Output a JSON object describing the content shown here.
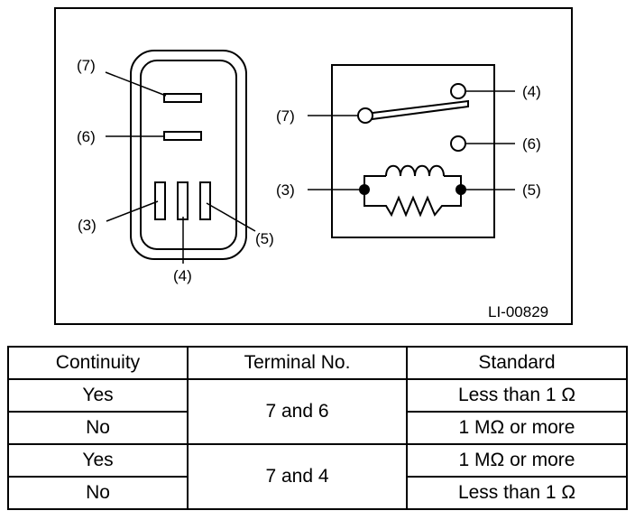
{
  "diagram": {
    "connector_labels": {
      "t7": "(7)",
      "t6": "(6)",
      "t3": "(3)",
      "t4": "(4)",
      "t5": "(5)"
    },
    "circuit_labels": {
      "t7": "(7)",
      "t4": "(4)",
      "t6": "(6)",
      "t3": "(3)",
      "t5": "(5)"
    },
    "figure_id": "LI-00829"
  },
  "table": {
    "headers": [
      "Continuity",
      "Terminal No.",
      "Standard"
    ],
    "rows": [
      {
        "continuity": "Yes",
        "terminal": "7 and 6",
        "standard": "Less than 1 Ω"
      },
      {
        "continuity": "No",
        "standard": "1 MΩ or more"
      },
      {
        "continuity": "Yes",
        "terminal": "7 and 4",
        "standard": "1 MΩ or more"
      },
      {
        "continuity": "No",
        "standard": "Less than 1 Ω"
      }
    ]
  }
}
